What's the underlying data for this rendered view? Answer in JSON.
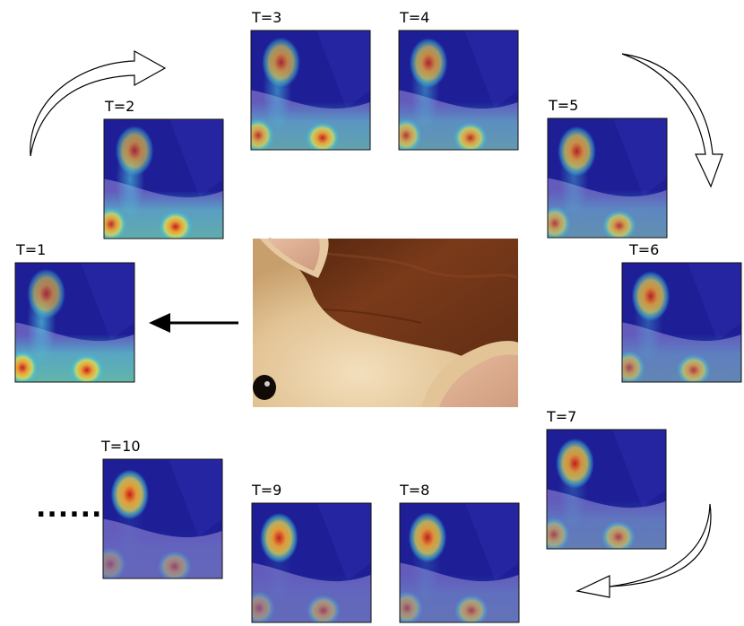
{
  "steps": [
    {
      "label": "T=1",
      "t": 1
    },
    {
      "label": "T=2",
      "t": 2
    },
    {
      "label": "T=3",
      "t": 3
    },
    {
      "label": "T=4",
      "t": 4
    },
    {
      "label": "T=5",
      "t": 5
    },
    {
      "label": "T=6",
      "t": 6
    },
    {
      "label": "T=7",
      "t": 7
    },
    {
      "label": "T=8",
      "t": 8
    },
    {
      "label": "T=9",
      "t": 9
    },
    {
      "label": "T=10",
      "t": 10
    }
  ],
  "continuation": "......",
  "colors": {
    "heatmap_background": "#1e1f96",
    "dog_region": "#7c72c8",
    "hot": "#d8281c",
    "warm": "#f0c23a",
    "cool": "#46c8d8",
    "photo_wood": "#6e3418",
    "dog_fur": "#d9b98a",
    "arrow": "#000000"
  }
}
